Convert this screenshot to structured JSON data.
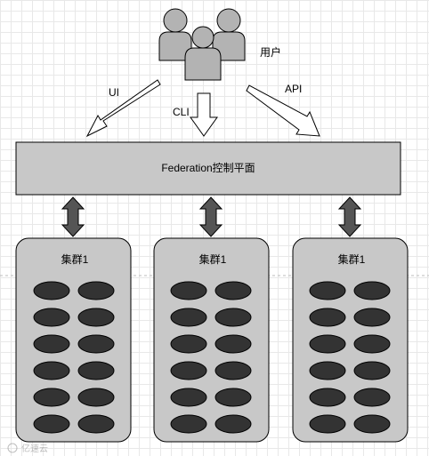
{
  "user": {
    "label": "用户"
  },
  "arrows": {
    "ui": "UI",
    "cli": "CLI",
    "api": "API"
  },
  "control_plane": {
    "label": "Federation控制平面"
  },
  "clusters": [
    {
      "label": "集群1"
    },
    {
      "label": "集群1"
    },
    {
      "label": "集群1"
    }
  ],
  "watermark": "亿速云",
  "colors": {
    "box_fill": "#c8c8c8",
    "node_fill": "#333333",
    "person_fill": "#b3b3b3",
    "arrow_dark": "#555555",
    "stroke": "#000000"
  }
}
